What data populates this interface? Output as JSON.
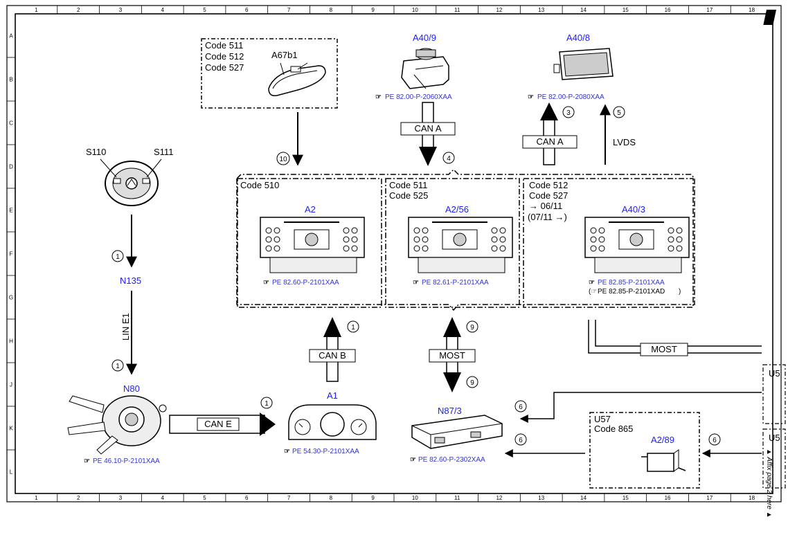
{
  "grid": {
    "columns": [
      "1",
      "2",
      "3",
      "4",
      "5",
      "6",
      "7",
      "8",
      "9",
      "10",
      "11",
      "12",
      "13",
      "14",
      "15",
      "16",
      "17",
      "18"
    ],
    "rows": [
      "A",
      "B",
      "C",
      "D",
      "E",
      "F",
      "G",
      "H",
      "J",
      "K",
      "L"
    ]
  },
  "components": {
    "s110": {
      "id": "S110"
    },
    "s111": {
      "id": "S111"
    },
    "n135": {
      "id": "N135"
    },
    "n80": {
      "id": "N80",
      "ref": "PE 46.10-P-2101XAA"
    },
    "a67b1": {
      "id": "A67b1",
      "codes": [
        "Code 511",
        "Code 512",
        "Code 527"
      ]
    },
    "a40_9": {
      "id": "A40/9",
      "ref": "PE 82.00-P-2060XAA"
    },
    "a40_8": {
      "id": "A40/8",
      "ref": "PE 82.00-P-2080XAA"
    },
    "a2": {
      "id": "A2",
      "code": "Code 510",
      "ref": "PE 82.60-P-2101XAA"
    },
    "a2_56": {
      "id": "A2/56",
      "codes": [
        "Code 511",
        "Code 525"
      ],
      "ref": "PE 82.61-P-2101XAA"
    },
    "a40_3": {
      "id": "A40/3",
      "codes": [
        "Code 512",
        "Code 527",
        "→ 06/11",
        "(07/11 →)"
      ],
      "ref": "PE 82.85-P-2101XAA",
      "ref2": "PE 82.85-P-2101XAD"
    },
    "a1": {
      "id": "A1",
      "ref": "PE 54.30-P-2101XAA"
    },
    "n87_3": {
      "id": "N87/3",
      "ref": "PE 82.60-P-2302XAA"
    },
    "u57": {
      "id": "U57",
      "code": "Code 865",
      "inner": "A2/89"
    }
  },
  "buses": {
    "can_a_top": "CAN A",
    "can_a_right": "CAN A",
    "lvds": "LVDS",
    "lin": "LIN E1",
    "can_b": "CAN B",
    "most_mid": "MOST",
    "most_right": "MOST",
    "can_e": "CAN E"
  },
  "callouts": {
    "c1a": "1",
    "c1b": "1",
    "c1c": "1",
    "c1d": "1",
    "c3": "3",
    "c4": "4",
    "c5": "5",
    "c6a": "6",
    "c6b": "6",
    "c6c": "6",
    "c9a": "9",
    "c9b": "9",
    "c10": "10"
  },
  "edge": {
    "u5_top": "U5",
    "u5_bottom": "U5",
    "affix": "▲ Affix page 2 here ▲"
  }
}
